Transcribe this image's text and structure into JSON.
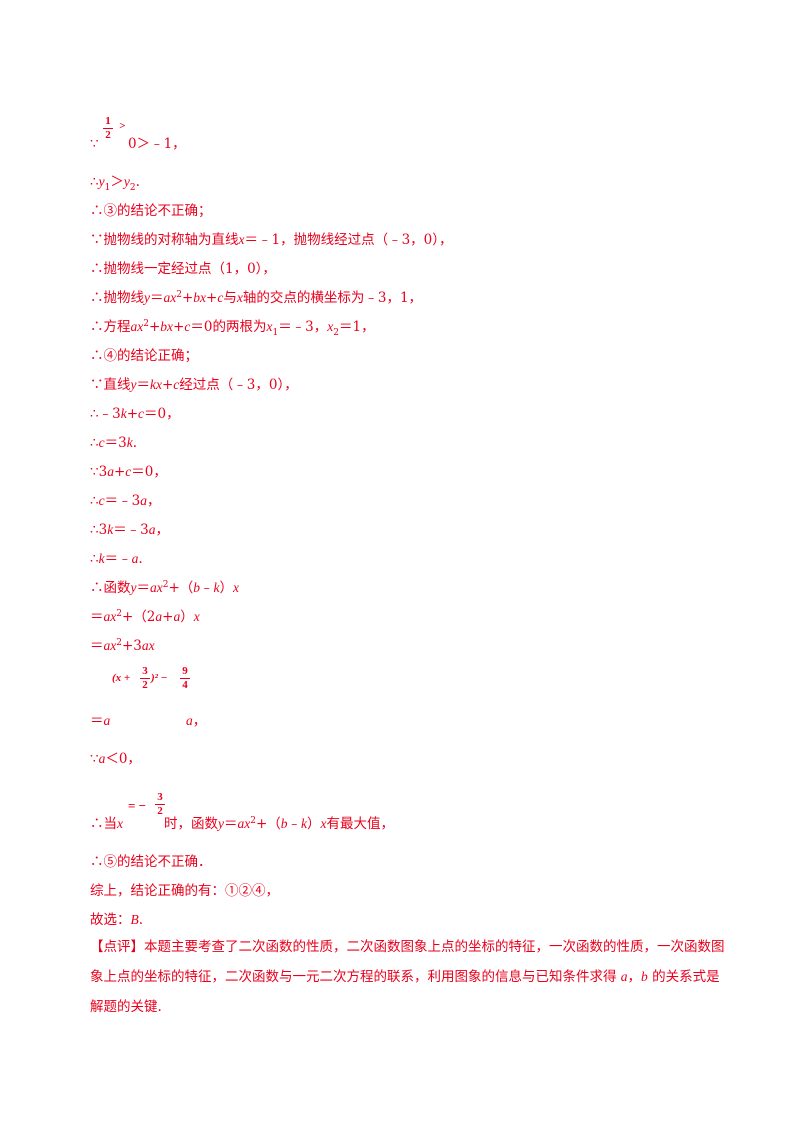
{
  "lines": {
    "l1": "0＞﹣1，",
    "l2a": "∴",
    "l2b": "y",
    "l2c": "1",
    "l2d": "＞",
    "l2e": "y",
    "l2f": "2",
    "l2g": ".",
    "l3": "∴③的结论不正确；",
    "l4a": "∵抛物线的对称轴为直线",
    "l4b": "x",
    "l4c": "＝﹣1，抛物线经过点（﹣3，0），",
    "l5": "∴抛物线一定经过点（1，0），",
    "l6a": "∴抛物线",
    "l6b": "y",
    "l6c": "＝",
    "l6d": "ax",
    "l6e": "2",
    "l6f": "+",
    "l6g": "bx",
    "l6h": "+",
    "l6i": "c",
    "l6j": "与",
    "l6k": "x",
    "l6l": "轴的交点的横坐标为﹣3，1，",
    "l7a": "∴方程",
    "l7b": "ax",
    "l7c": "2",
    "l7d": "+",
    "l7e": "bx",
    "l7f": "+",
    "l7g": "c",
    "l7h": "＝0的两根为",
    "l7i": "x",
    "l7j": "1",
    "l7k": "＝﹣3，",
    "l7l": "x",
    "l7m": "2",
    "l7n": "＝1，",
    "l8": "∴④的结论正确；",
    "l9a": "∵直线",
    "l9b": "y",
    "l9c": "＝",
    "l9d": "kx",
    "l9e": "+",
    "l9f": "c",
    "l9g": "经过点（﹣3，0），",
    "l10a": "∴﹣3",
    "l10b": "k",
    "l10c": "+",
    "l10d": "c",
    "l10e": "＝0，",
    "l11a": "∴",
    "l11b": "c",
    "l11c": "＝3",
    "l11d": "k",
    "l11e": ".",
    "l12a": "∵3",
    "l12b": "a",
    "l12c": "+",
    "l12d": "c",
    "l12e": "＝0，",
    "l13a": "∴",
    "l13b": "c",
    "l13c": "＝﹣3",
    "l13d": "a",
    "l13e": "，",
    "l14a": "∴3",
    "l14b": "k",
    "l14c": "＝﹣3",
    "l14d": "a",
    "l14e": "，",
    "l15a": "∴",
    "l15b": "k",
    "l15c": "＝﹣",
    "l15d": "a",
    "l15e": ".",
    "l16a": "∴函数",
    "l16b": "y",
    "l16c": "＝",
    "l16d": "ax",
    "l16e": "2",
    "l16f": "+（",
    "l16g": "b",
    "l16h": "﹣",
    "l16i": "k",
    "l16j": "）",
    "l16k": "x",
    "l17a": "＝",
    "l17b": "ax",
    "l17c": "2",
    "l17d": "+（2",
    "l17e": "a",
    "l17f": "+",
    "l17g": "a",
    "l17h": "）",
    "l17i": "x",
    "l18a": "＝",
    "l18b": "ax",
    "l18c": "2",
    "l18d": "+3",
    "l18e": "ax",
    "l19a": "＝",
    "l19b": "a",
    "l19c": "a",
    "l19d": "，",
    "l20a": "∵",
    "l20b": "a",
    "l20c": "＜0，",
    "l21a": "∴当",
    "l21b": "x",
    "l21c": "时，函数",
    "l21d": "y",
    "l21e": "＝",
    "l21f": "ax",
    "l21g": "2",
    "l21h": "+（",
    "l21i": "b",
    "l21j": "﹣",
    "l21k": "k",
    "l21l": "）",
    "l21m": "x",
    "l21n": "有最大值，",
    "l22": "∴⑤的结论不正确．",
    "l23": "综上，结论正确的有：①②④，",
    "l24a": "故选：",
    "l24b": "B",
    "l24c": ".",
    "comment_head": "【点评】",
    "comment_body1": "本题主要考查了二次函数的性质，二次函数图象上点的坐标的特征，一次函数的性质，一次函数图象上点的坐标的特征，二次函数与一元二次方程的联系，利用图象的信息与已知条件求得 ",
    "comment_a": "a",
    "comment_sep": "，",
    "comment_b": "b",
    "comment_body2": " 的关系式是解题的关键."
  },
  "math": {
    "frac_half_num": "1",
    "frac_half_den": "2",
    "gt": ">",
    "because": "∵",
    "therefore": "∴",
    "vertex_open": "(x + ",
    "frac32_num": "3",
    "frac32_den": "2",
    "vertex_close": ")² − ",
    "frac94_num": "9",
    "frac94_den": "4",
    "eq_neg": "= −",
    "frac32b_num": "3",
    "frac32b_den": "2"
  }
}
